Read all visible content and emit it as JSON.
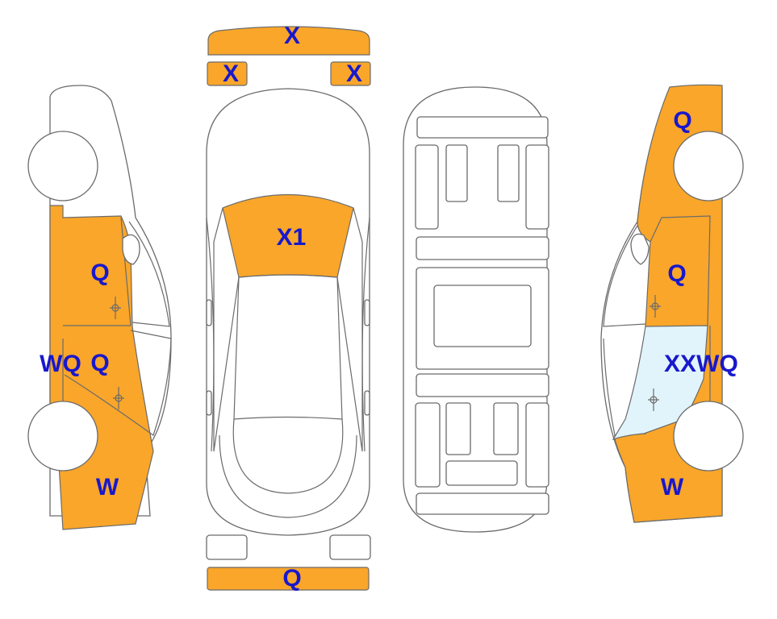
{
  "colors": {
    "paint": "#F9A62A",
    "glass": "#E1F4FB",
    "label": "#1818CC"
  },
  "labels": {
    "front_bumper": "X",
    "headlight_left": "X",
    "headlight_right": "X",
    "hood": "X1",
    "rear_bumper": "Q",
    "left_front_door": "Q",
    "left_rear_door": "Q",
    "left_rocker": "WQ",
    "left_rear_quarter": "W",
    "right_top_quarter": "Q",
    "right_front_door": "Q",
    "right_window": "XX",
    "right_rocker": "WQ",
    "right_rear_quarter": "W"
  }
}
